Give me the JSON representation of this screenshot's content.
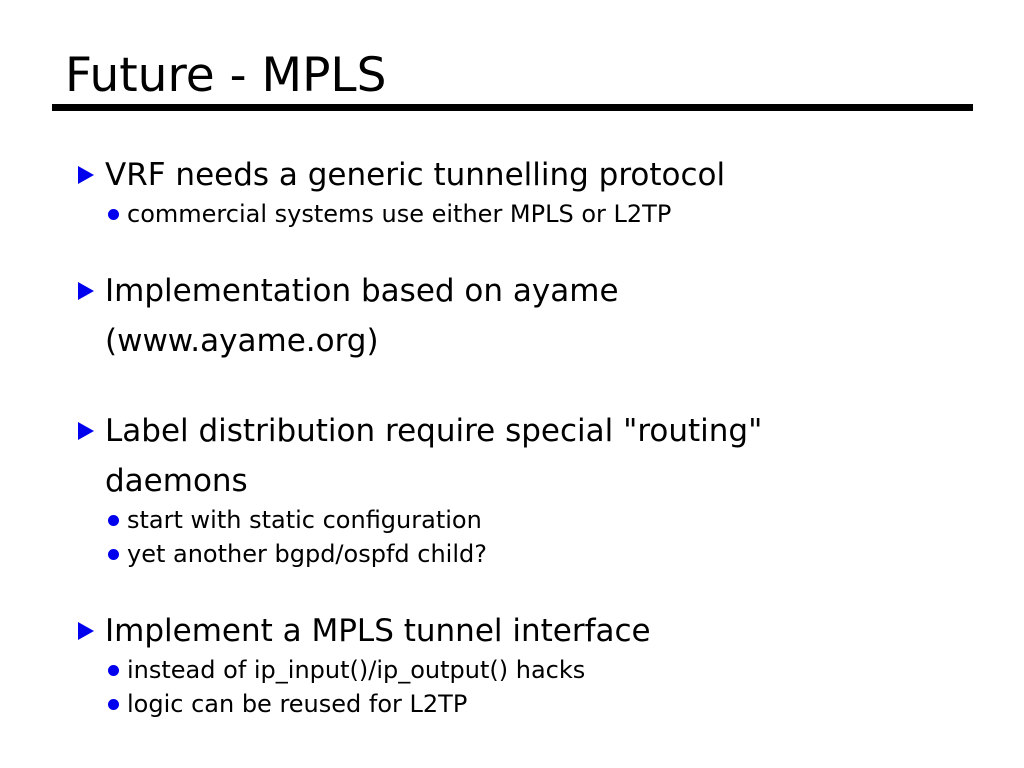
{
  "slide": {
    "title": "Future - MPLS",
    "colors": {
      "bullet_blue": "#0000ee",
      "text": "#000000",
      "rule": "#000000",
      "background": "#ffffff"
    },
    "bullets": [
      {
        "lines": [
          "VRF needs a generic tunnelling protocol"
        ],
        "subitems": [
          "commercial systems use either MPLS or L2TP"
        ]
      },
      {
        "lines": [
          "Implementation based on ayame",
          "(www.ayame.org)"
        ],
        "subitems": []
      },
      {
        "lines": [
          "Label distribution require special \"routing\"",
          "daemons"
        ],
        "subitems": [
          "start with static configuration",
          "yet another bgpd/ospfd child?"
        ]
      },
      {
        "lines": [
          "Implement a MPLS tunnel interface"
        ],
        "subitems": [
          "instead of ip_input()/ip_output() hacks",
          "logic can be reused for L2TP"
        ]
      }
    ]
  }
}
